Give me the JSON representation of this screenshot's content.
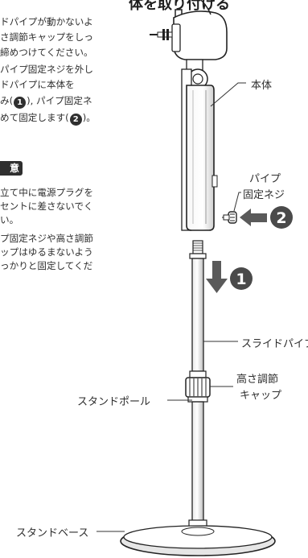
{
  "heading": "体を取り付ける",
  "steps": [
    "ドパイプが動かないよ",
    "さ調節キャップをしっ",
    "締めつけてください。",
    "パイプ固定ネジを外し",
    "ドパイプに本体を",
    "み(",
    "), パイプ固定ネ",
    "めて固定します(",
    ")。"
  ],
  "badges": [
    "1",
    "2"
  ],
  "caution": {
    "tag": "意",
    "lines": [
      "立て中に電源プラグを",
      "セントに差さないでく",
      "い。",
      "プ固定ネジや高さ調節",
      "ップはゆるまないよう",
      "っかりと固定してくだ"
    ]
  },
  "labels": {
    "body": "本体",
    "pipe_screw_line1": "パイプ",
    "pipe_screw_line2": "固定ネジ",
    "slide_pipe": "スライドパイプ",
    "height_cap_line1": "高さ調節",
    "height_cap_line2": "キャップ",
    "stand_pole": "スタンドポール",
    "stand_base": "スタンドベース"
  },
  "markers": {
    "step1": "1",
    "step2": "2"
  }
}
